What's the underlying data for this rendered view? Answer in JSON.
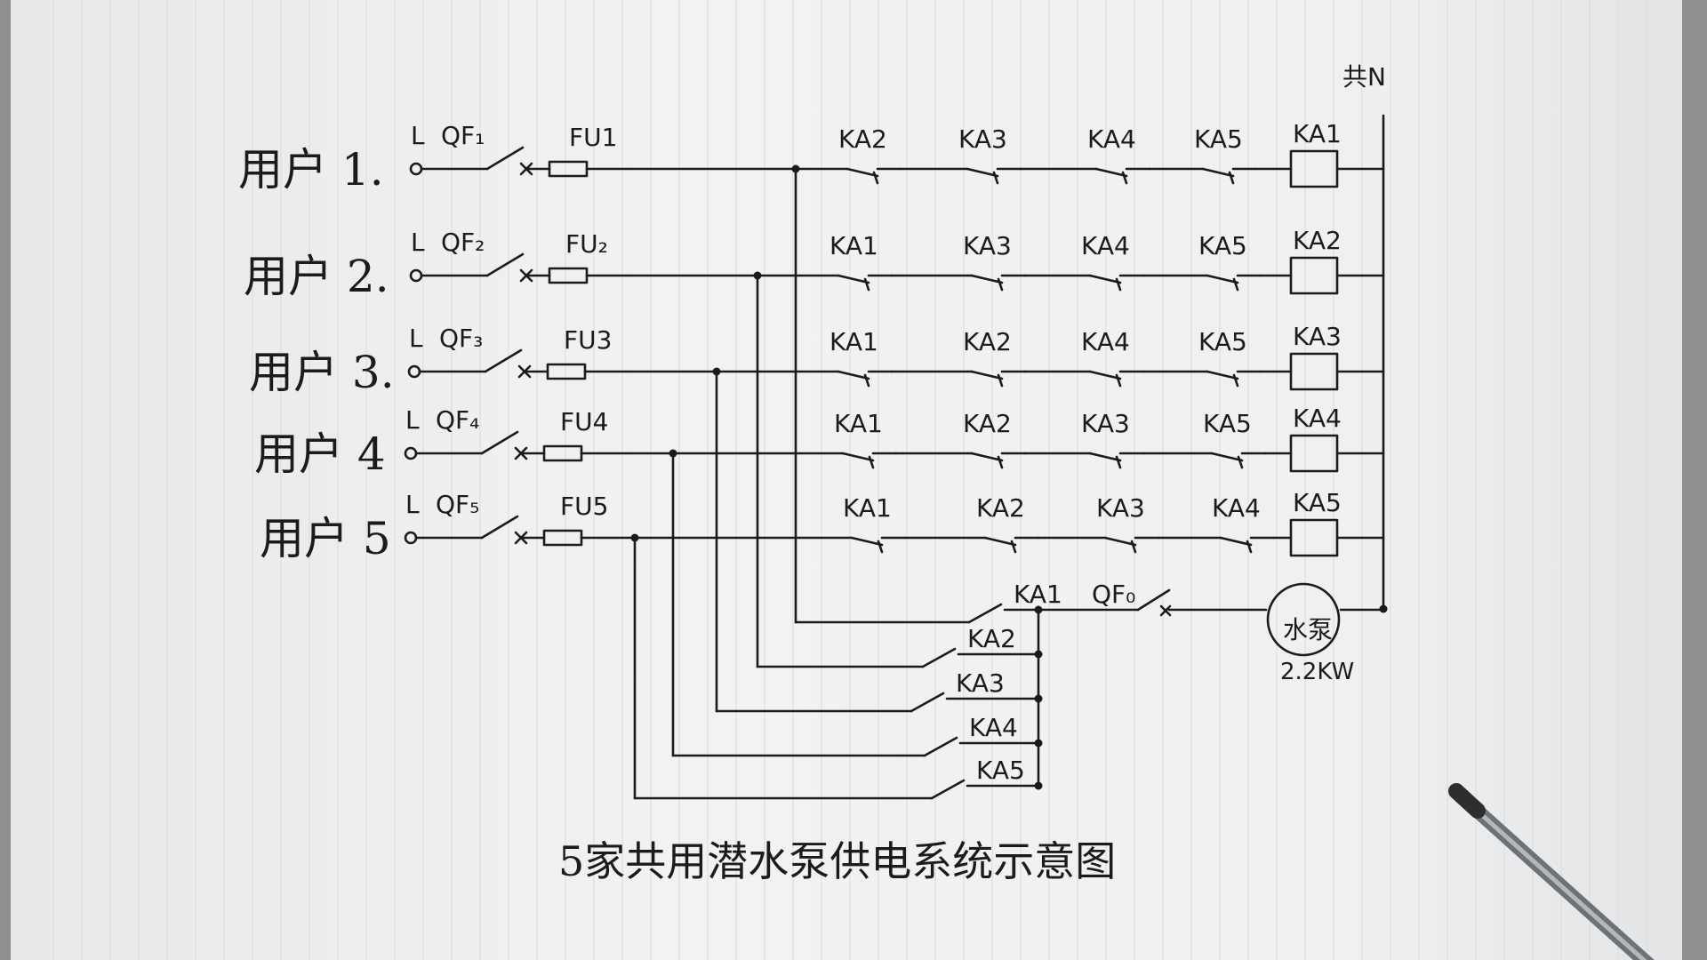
{
  "neutral_label": "共N",
  "users": [
    {
      "name": "用户 1.",
      "L": "L",
      "qf": "QF₁",
      "fu": "FU1",
      "contacts": [
        "KA2",
        "KA3",
        "KA4",
        "KA5"
      ],
      "coil": "KA1"
    },
    {
      "name": "用户 2.",
      "L": "L",
      "qf": "QF₂",
      "fu": "FU₂",
      "contacts": [
        "KA1",
        "KA3",
        "KA4",
        "KA5"
      ],
      "coil": "KA2"
    },
    {
      "name": "用户 3.",
      "L": "L",
      "qf": "QF₃",
      "fu": "FU3",
      "contacts": [
        "KA1",
        "KA2",
        "KA4",
        "KA5"
      ],
      "coil": "KA3"
    },
    {
      "name": "用户 4",
      "L": "L",
      "qf": "QF₄",
      "fu": "FU4",
      "contacts": [
        "KA1",
        "KA2",
        "KA3",
        "KA5"
      ],
      "coil": "KA4"
    },
    {
      "name": "用户 5",
      "L": "L",
      "qf": "QF₅",
      "fu": "FU5",
      "contacts": [
        "KA1",
        "KA2",
        "KA3",
        "KA4"
      ],
      "coil": "KA5"
    }
  ],
  "pump_contacts": [
    "KA1",
    "KA2",
    "KA3",
    "KA4",
    "KA5"
  ],
  "main_breaker": "QF₀",
  "pump_label": "水泵",
  "pump_power": "2.2KW",
  "title": "5家共用潜水泵供电系统示意图"
}
